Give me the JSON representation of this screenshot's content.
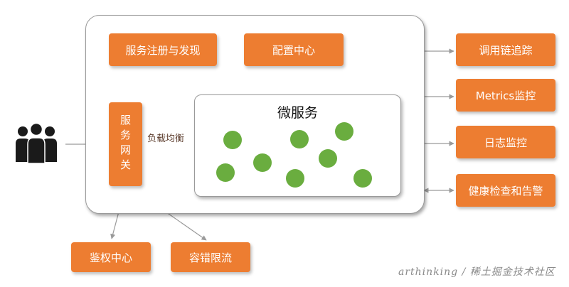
{
  "diagram": {
    "microservices_title": "微服务",
    "gateway_label": "服务网关",
    "load_balance_label": "负载均衡",
    "inner_boxes": {
      "service_registry": "服务注册与发现",
      "config_center": "配置中心"
    },
    "right_boxes": [
      "调用链追踪",
      "Metrics监控",
      "日志监控",
      "健康检查和告警"
    ],
    "bottom_boxes": {
      "auth_center": "鉴权中心",
      "fault_tolerance": "容错限流"
    },
    "watermark": "arthinking / 稀土掘金技术社区"
  },
  "colors": {
    "box": "#ed7d31",
    "service_dot": "#6aad3f",
    "arrow": "#9a9a9a"
  },
  "icons": [
    "user-group-icon"
  ]
}
